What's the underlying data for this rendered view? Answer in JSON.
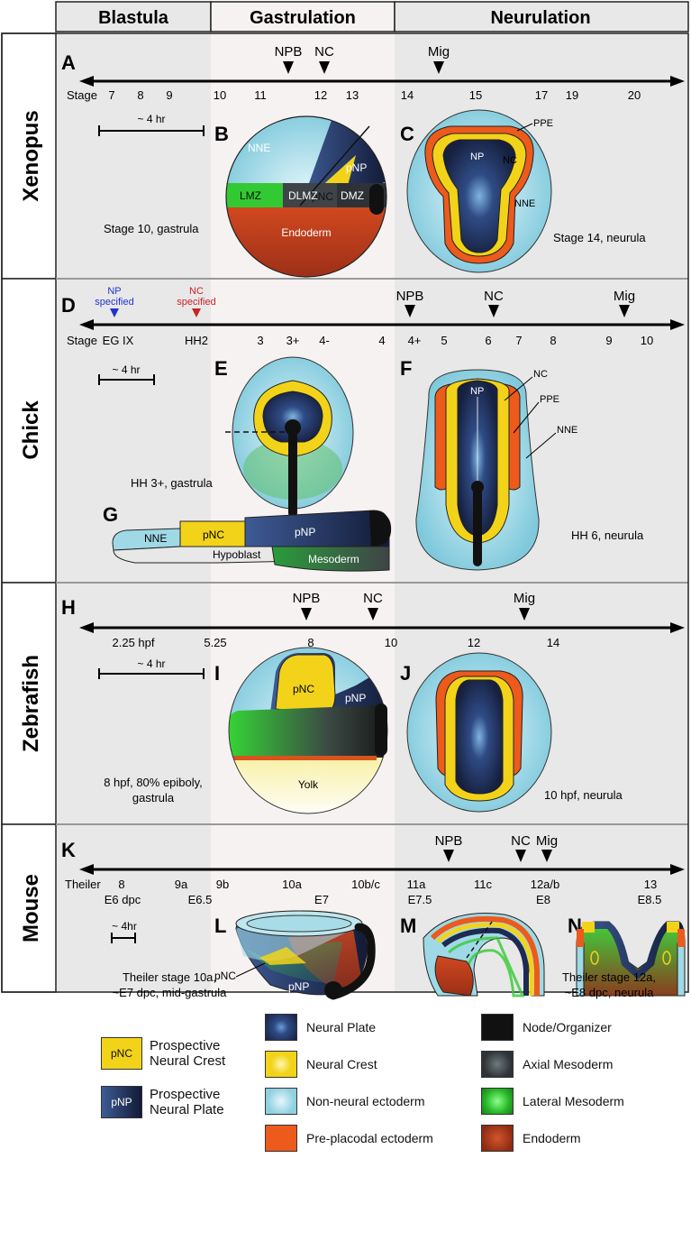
{
  "phases": [
    {
      "label": "Blastula"
    },
    {
      "label": "Gastrulation"
    },
    {
      "label": "Neurulation"
    }
  ],
  "species": [
    "Xenopus",
    "Chick",
    "Zebrafish",
    "Mouse"
  ],
  "colors": {
    "neural_plate": "#1d2a52",
    "neural_crest": "#f2d31a",
    "non_neural_ectoderm": "#9fd9e6",
    "pre_placodal": "#ec5a1c",
    "node": "#111111",
    "axial_mesoderm": "#3a4048",
    "lateral_mesoderm": "#33c933",
    "endoderm": "#b83d1c",
    "panel_bg": "#e8e8e8",
    "gastrulation_bg": "#f7f2f2"
  },
  "panels": {
    "A": "A",
    "B": "B",
    "C": "C",
    "D": "D",
    "E": "E",
    "F": "F",
    "G": "G",
    "H": "H",
    "I": "I",
    "J": "J",
    "K": "K",
    "L": "L",
    "M": "M",
    "N": "N"
  },
  "xenopus": {
    "stage_label": "Stage",
    "ticks": [
      "7",
      "8",
      "9",
      "10",
      "11",
      "12",
      "13",
      "14",
      "15",
      "17",
      "19",
      "20"
    ],
    "markers": [
      "NPB",
      "NC",
      "Mig"
    ],
    "scale": "~ 4 hr",
    "b_labels": {
      "nne": "NNE",
      "pnc": "pNC",
      "pnp": "pNP",
      "lmz": "LMZ",
      "dlmz": "DLMZ",
      "dmz": "DMZ",
      "endo": "Endoderm"
    },
    "b_caption": "Stage 10, gastrula",
    "c_labels": {
      "ppe": "PPE",
      "np": "NP",
      "nc": "NC",
      "nne": "NNE"
    },
    "c_caption": "Stage 14, neurula"
  },
  "chick": {
    "stage_label": "Stage",
    "ticks": [
      "EG IX",
      "HH2",
      "3",
      "3+",
      "4-",
      "4",
      "4+",
      "5",
      "6",
      "7",
      "8",
      "9",
      "10"
    ],
    "markers": [
      "NPB",
      "NC",
      "Mig"
    ],
    "np_spec": [
      "NP",
      "specified"
    ],
    "nc_spec": [
      "NC",
      "specified"
    ],
    "scale": "~ 4 hr",
    "e_caption": "HH 3+, gastrula",
    "f_labels": {
      "np": "NP",
      "nc": "NC",
      "ppe": "PPE",
      "nne": "NNE"
    },
    "f_caption": "HH 6, neurula",
    "g_labels": {
      "nne": "NNE",
      "pnc": "pNC",
      "pnp": "pNP",
      "hypo": "Hypoblast",
      "meso": "Mesoderm"
    }
  },
  "zebrafish": {
    "ticks": [
      "2.25 hpf",
      "5.25",
      "8",
      "10",
      "12",
      "14"
    ],
    "markers": [
      "NPB",
      "NC",
      "Mig"
    ],
    "scale": "~ 4 hr",
    "i_labels": {
      "pnc": "pNC",
      "pnp": "pNP",
      "yolk": "Yolk"
    },
    "i_caption": [
      "8 hpf, 80% epiboly,",
      "gastrula"
    ],
    "j_caption": "10 hpf, neurula"
  },
  "mouse": {
    "stage_label": "Theiler",
    "ticks": [
      "8",
      "9a",
      "9b",
      "10a",
      "10b/c",
      "11a",
      "11c",
      "12a/b",
      "13"
    ],
    "dpc": [
      "E6 dpc",
      "E6.5",
      "E7",
      "E7.5",
      "E8",
      "E8.5"
    ],
    "markers": [
      "NPB",
      "NC",
      "Mig"
    ],
    "scale": "~ 4hr",
    "l_labels": {
      "pnc": "pNC",
      "pnp": "pNP"
    },
    "l_caption": [
      "Theiler stage 10a,",
      "~E7 dpc, mid-gastrula"
    ],
    "n_caption": [
      "Theiler stage 12a,",
      "~E8 dpc, neurula"
    ]
  },
  "legend": {
    "pnc": {
      "swatch": "pNC",
      "label": [
        "Prospective",
        "Neural Crest"
      ]
    },
    "pnp": {
      "swatch": "pNP",
      "label": [
        "Prospective",
        "Neural Plate"
      ]
    },
    "items": [
      "Neural Plate",
      "Neural Crest",
      "Non-neural ectoderm",
      "Pre-placodal ectoderm",
      "Node/Organizer",
      "Axial Mesoderm",
      "Lateral Mesoderm",
      "Endoderm"
    ]
  }
}
